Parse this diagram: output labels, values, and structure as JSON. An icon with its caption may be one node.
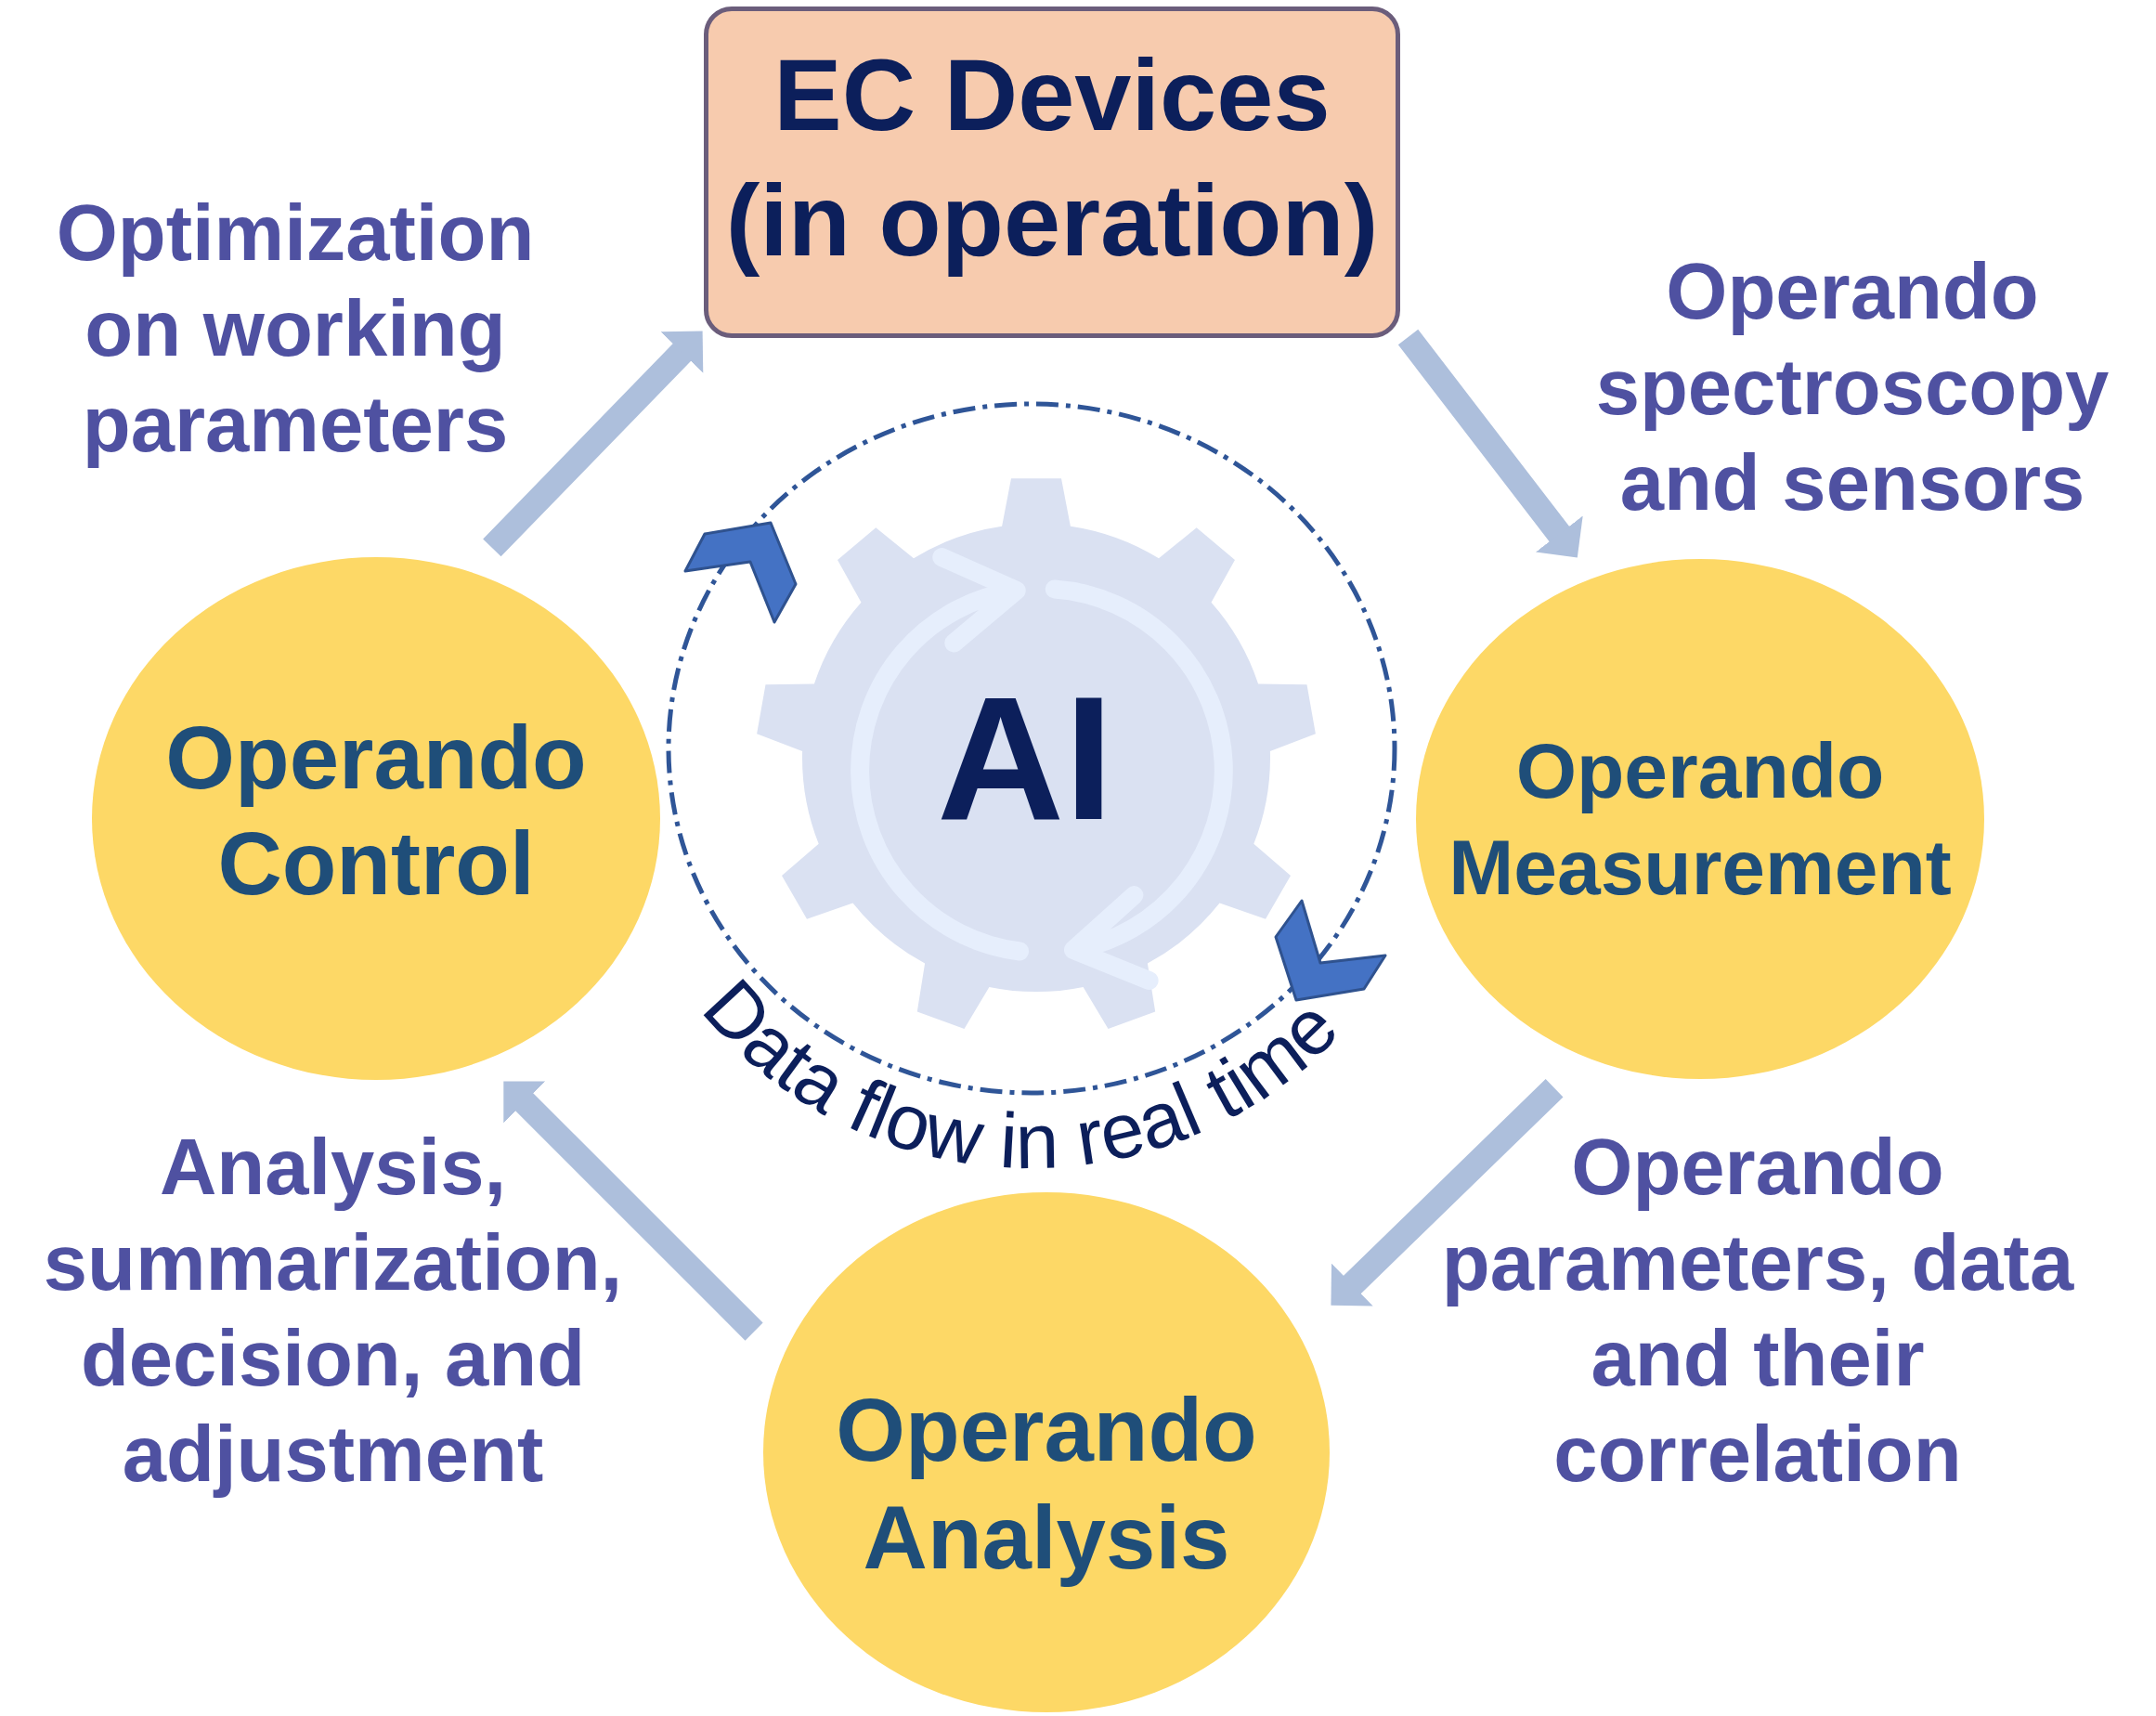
{
  "diagram": {
    "nodes": [
      {
        "text": [
          "EC Devices (in operation)"
        ]
      },
      {
        "text": [
          "Operando Control"
        ]
      },
      {
        "text": [
          "Data flow in real time"
        ]
      },
      {
        "text": [
          "AI"
        ],
        "in": 2
      },
      {
        "text": [
          "Operando Measurement"
        ]
      },
      {
        "text": [
          "Operando Analysis"
        ]
      }
    ],
    "edges": [
      {
        "from": 1,
        "to": 0,
        "arrow": "to",
        "label": "Optimization on working parameters"
      },
      {
        "from": 0,
        "to": 4,
        "arrow": "to",
        "label": "Operando spectroscopy and sensors"
      },
      {
        "from": 4,
        "to": 5,
        "arrow": "to",
        "label": "Operando parameters, data and their correlation"
      },
      {
        "from": 5,
        "to": 1,
        "arrow": "to",
        "label": "Analysis, summarization, decision, and adjustment"
      }
    ]
  }
}
